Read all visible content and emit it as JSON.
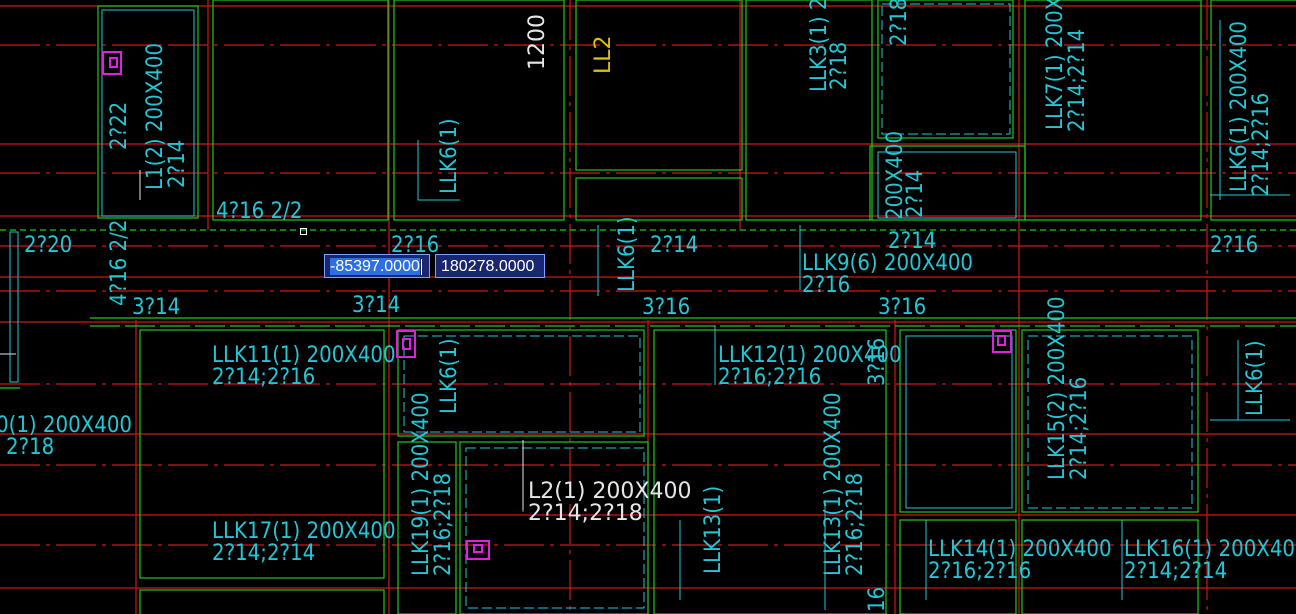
{
  "coordinate_input": {
    "x_value": "-85397.0000",
    "y_value": "180278.0000"
  },
  "labels": {
    "l1": "L1(2) 200X400",
    "l1_a": "2?22",
    "l1_b": "2?14",
    "r4_216_22": "4?16 2/2",
    "v4_216_22": "4?16 2/2",
    "t2_20": "2?20",
    "t2_16_a": "2?16",
    "t3_14_a": "3?14",
    "t3_14_b": "3?14",
    "llk6_top": "LLK6(1)",
    "t1200": "1200",
    "ll2": "LL2",
    "llk6_mid": "LLK6(1)",
    "t2_14_a": "2?14",
    "t3_16_a": "3?16",
    "llk3": "LLK3(1) 2",
    "llk3_b": "2?18",
    "t2_18_top": "2?18",
    "t200x400_v": "200X400",
    "t2_14_v": "2?14",
    "llk9": "LLK9(6) 200X400",
    "llk9_b": "2?16",
    "t2_14_b": "2?14",
    "t3_16_b": "3?16",
    "llk7": "LLK7(1) 200X4",
    "llk7_b": "2?14;2?14",
    "llk6_r": "LLK6(1) 200X400",
    "llk6_r_b": "2?14;2?16",
    "t2_16_r": "2?16",
    "llk11": "LLK11(1) 200X400",
    "llk11_b": "2?14;2?16",
    "llk6_c": "LLK6(1)",
    "llk10": "0(1) 200X400",
    "llk10_b": "2?18",
    "llk12": "LLK12(1) 200X400",
    "llk12_b": "2?16;2?16",
    "t3_16_v": "3?16",
    "llk15": "LLK15(2) 200X400",
    "llk15_b": "2?14;2?16",
    "llk6_far": "LLK6(1)",
    "llk19": "LLK19(1) 200X400",
    "llk19_b": "2?16;2?18",
    "l2": "L2(1) 200X400",
    "l2_b": "2?14;2?18",
    "llk13_a": "LLK13(1)",
    "llk13_b": "LLK13(1) 200X400",
    "llk13_b2": "2?16;2?18",
    "llk17": "LLK17(1) 200X400",
    "llk17_b": "2?14;2?14",
    "llk14": "LLK14(1) 200X400",
    "llk14_b": "2?16;2?16",
    "llk16": "LLK16(1) 200X400",
    "llk16_b": "2?14;2?14",
    "t16_bottom": "16"
  },
  "colors": {
    "red_axis": "#d01818",
    "green_wall": "#1ec81e",
    "cyan_beam": "#22c7d6",
    "magenta_marker": "#e020e0",
    "background": "#000000"
  }
}
